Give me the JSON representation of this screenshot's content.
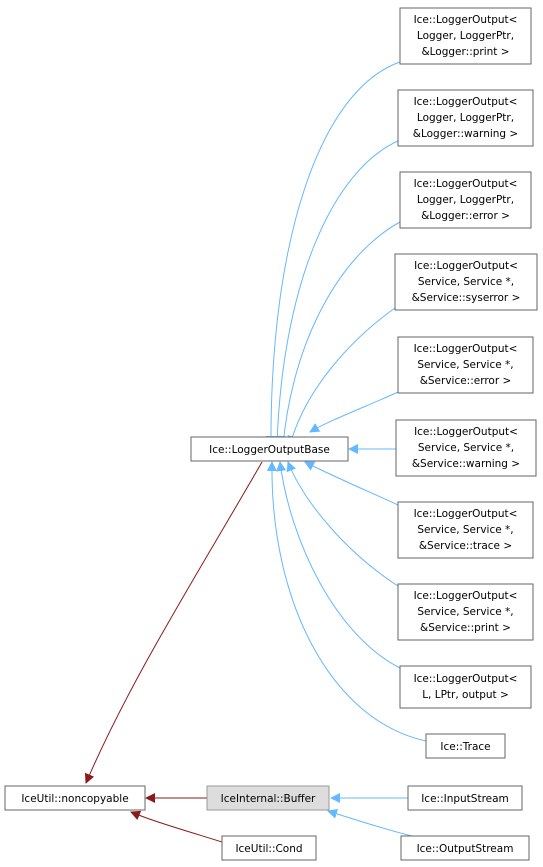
{
  "colors": {
    "node_border": "#666666",
    "node_fill": "#ffffff",
    "highlight_fill": "#dddddd",
    "highlight_border": "#999999",
    "edge_blue": "#63b8ff",
    "edge_red": "#8b1a1a"
  },
  "nodes": [
    {
      "id": "lo_print",
      "lines": [
        "Ice::LoggerOutput<",
        "Logger, LoggerPtr,",
        "&Logger::print >"
      ]
    },
    {
      "id": "lo_warning",
      "lines": [
        "Ice::LoggerOutput<",
        "Logger, LoggerPtr,",
        "&Logger::warning >"
      ]
    },
    {
      "id": "lo_error",
      "lines": [
        "Ice::LoggerOutput<",
        "Logger, LoggerPtr,",
        "&Logger::error >"
      ]
    },
    {
      "id": "so_syserror",
      "lines": [
        "Ice::LoggerOutput<",
        "Service, Service *,",
        "&Service::syserror >"
      ]
    },
    {
      "id": "so_error",
      "lines": [
        "Ice::LoggerOutput<",
        "Service, Service *,",
        "&Service::error >"
      ]
    },
    {
      "id": "so_warning",
      "lines": [
        "Ice::LoggerOutput<",
        "Service, Service *,",
        "&Service::warning >"
      ]
    },
    {
      "id": "so_trace",
      "lines": [
        "Ice::LoggerOutput<",
        "Service, Service *,",
        "&Service::trace >"
      ]
    },
    {
      "id": "so_print",
      "lines": [
        "Ice::LoggerOutput<",
        "Service, Service *,",
        "&Service::print >"
      ]
    },
    {
      "id": "lo_l",
      "lines": [
        "Ice::LoggerOutput<",
        "L, LPtr, output >"
      ]
    },
    {
      "id": "trace",
      "lines": [
        "Ice::Trace"
      ]
    },
    {
      "id": "base",
      "lines": [
        "Ice::LoggerOutputBase"
      ]
    },
    {
      "id": "noncopyable",
      "lines": [
        "IceUtil::noncopyable"
      ]
    },
    {
      "id": "buffer",
      "lines": [
        "IceInternal::Buffer"
      ],
      "highlight": true
    },
    {
      "id": "inputstream",
      "lines": [
        "Ice::InputStream"
      ]
    },
    {
      "id": "cond",
      "lines": [
        "IceUtil::Cond"
      ]
    },
    {
      "id": "outputstream",
      "lines": [
        "Ice::OutputStream"
      ]
    }
  ]
}
